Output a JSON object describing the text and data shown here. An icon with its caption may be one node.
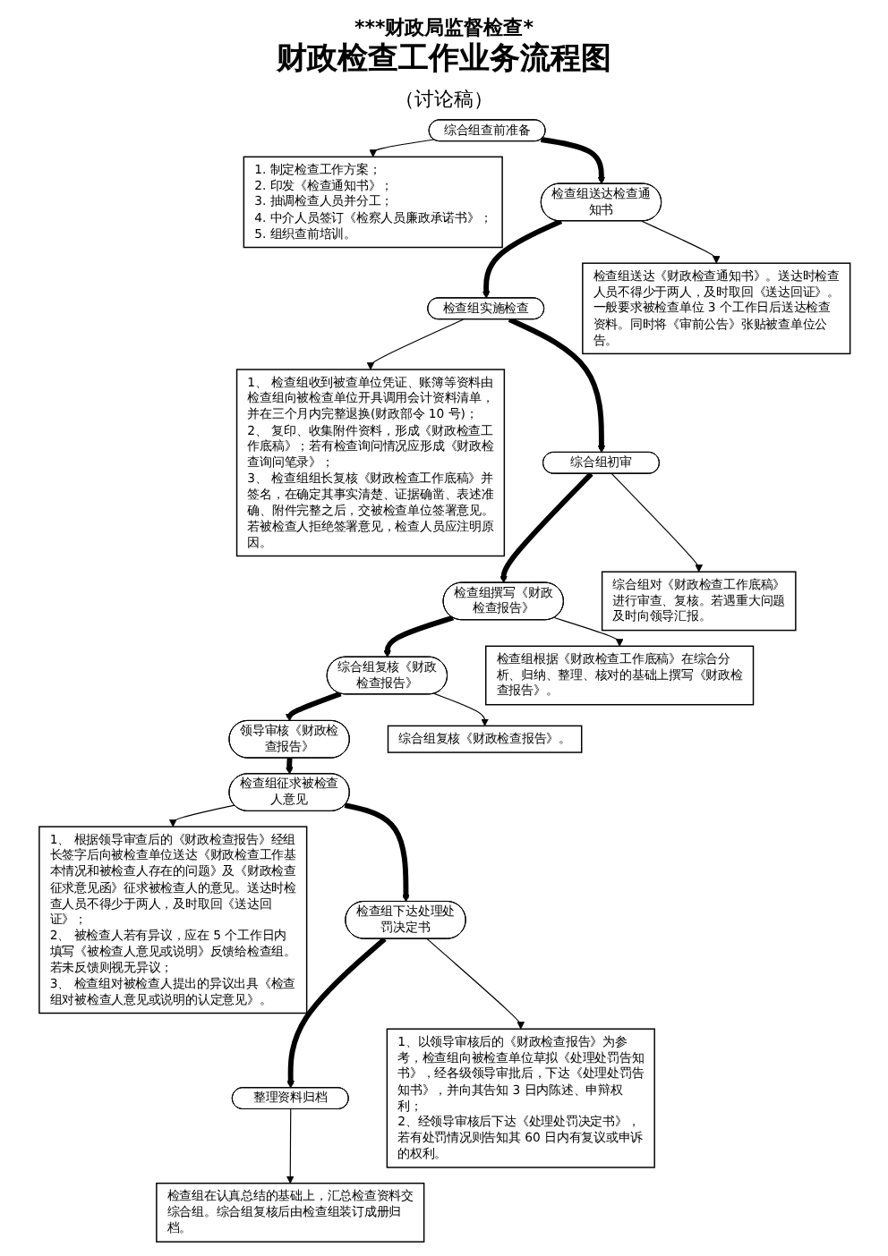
{
  "diagram": {
    "title": "财政检查工作业务流程图",
    "nodes": [
      {
        "text": [
          "1. 制定检查工作方案；",
          "2. 印发《检查通知书》；",
          "3. 抽调检查人员并分工；",
          "4. 中介人员签订《检察人员廉政承诺书》；",
          "5. 组织查前培训。"
        ]
      },
      {
        "text": [
          "综合组查前准备"
        ]
      },
      {
        "text": [
          "检查组送达《财政检查通知书》。送达时检查人员不得少于两人，及时取回《送达回证》。一般要求被检查单位 3 个工作日后送达检查资料。同时将《审前公告》张贴被查单位公告。"
        ]
      },
      {
        "text": [
          "检查组送达检查通知书"
        ]
      },
      {
        "text": [
          "1、 检查组收到被查单位凭证、账簿等资料由检查组向被检查单位开具调用会计资料清单，并在三个月内完整退换(财政部令 10 号)；",
          "2、 复印、收集附件资料，形成《财政检查工作底稿》；若有检查询问情况应形成《财政检查询问笔录》；",
          "3、 检查组组长复核《财政检查工作底稿》并签名，在确定其事实清楚、证据确凿、表述准确、附件完整之后，交被检查单位签署意见。若被检查人拒绝签署意见，检查人员应注明原因。"
        ]
      },
      {
        "text": [
          "检查组实施检查"
        ]
      },
      {
        "text": [
          "综合组初审"
        ]
      },
      {
        "text": [
          "综合组对《财政检查工作底稿》进行审查、复核。若遇重大问题及时向领导汇报。"
        ]
      },
      {
        "text": [
          "检查组撰写《财政检查报告》"
        ]
      },
      {
        "text": [
          "检查组根据《财政检查工作底稿》在综合分析、归纳、整理、核对的基础上撰写《财政检查报告》。"
        ]
      },
      {
        "text": [
          "综合组复核《财政检查报告》"
        ]
      },
      {
        "text": [
          "综合组复核《财政检查报告》。"
        ]
      },
      {
        "text": [
          "1、 根据领导审查后的《财政检查报告》经组长签字后向被检查单位送达《财政检查工作基本情况和被检查人存在的问题》及《财政检查征求意见函》征求被检查人的意见。送达时检查人员不得少于两人，及时取回《送达回证》；",
          "2、 被检查人若有异议，应在 5 个工作日内填写《被检查人意见或说明》反馈给检查组。若未反馈则视无异议；",
          "3、 检查组对被检查人提出的异议出具《检查组对被检查人意见或说明的认定意见》。"
        ]
      },
      {
        "text": [
          "领导审核《财政检查报告》"
        ]
      },
      {
        "text": [
          "检查组征求被检查人意见"
        ]
      },
      {
        "text": [
          "1、以领导审核后的《财政检查报告》为参考，检查组向被检查单位草拟《处理处罚告知书》，经各级领导审批后，下达《处理处罚告知书》，并向其告知 3 日内陈述、申辩权利；",
          "2、经领导审核后下达《处理处罚决定书》，若有处罚情况则告知其 60 日内有复议或申诉的权利。"
        ]
      },
      {
        "text": [
          "检查组下达处理处罚决定书"
        ]
      },
      {
        "text": [
          "检查组在认真总结的基础上，汇总检查资料交综合组。综合组复核后由检查组装订成册归档。"
        ]
      },
      {
        "text": [
          "整理资料归档"
        ]
      }
    ],
    "edges": [
      {
        "from": 1,
        "to": 0,
        "arrow": "to"
      },
      {
        "from": 1,
        "to": 3,
        "arrow": "to",
        "style": "thick"
      },
      {
        "from": 3,
        "to": 5,
        "arrow": "to",
        "style": "thick"
      },
      {
        "from": 3,
        "to": 2,
        "arrow": "to"
      },
      {
        "from": 5,
        "to": 4,
        "arrow": "to"
      },
      {
        "from": 5,
        "to": 6,
        "arrow": "to",
        "style": "thick"
      },
      {
        "from": 6,
        "to": 8,
        "arrow": "to",
        "style": "thick"
      },
      {
        "from": 6,
        "to": 7,
        "arrow": "to"
      },
      {
        "from": 8,
        "to": 10,
        "arrow": "to",
        "style": "thick"
      },
      {
        "from": 8,
        "to": 9,
        "arrow": "to"
      },
      {
        "from": 10,
        "to": 13,
        "arrow": "to",
        "style": "thick"
      },
      {
        "from": 10,
        "to": 11,
        "arrow": "to"
      },
      {
        "from": 13,
        "to": 14,
        "arrow": "to",
        "style": "thick"
      },
      {
        "from": 14,
        "to": 12,
        "arrow": "to"
      },
      {
        "from": 14,
        "to": 16,
        "arrow": "to",
        "style": "thick"
      },
      {
        "from": 16,
        "to": 18,
        "arrow": "to",
        "style": "thick"
      },
      {
        "from": 16,
        "to": 15,
        "arrow": "to"
      },
      {
        "from": 18,
        "to": 17,
        "arrow": "to"
      }
    ],
    "labels": [
      "***财政局监督检查*",
      "（讨论稿）"
    ]
  }
}
